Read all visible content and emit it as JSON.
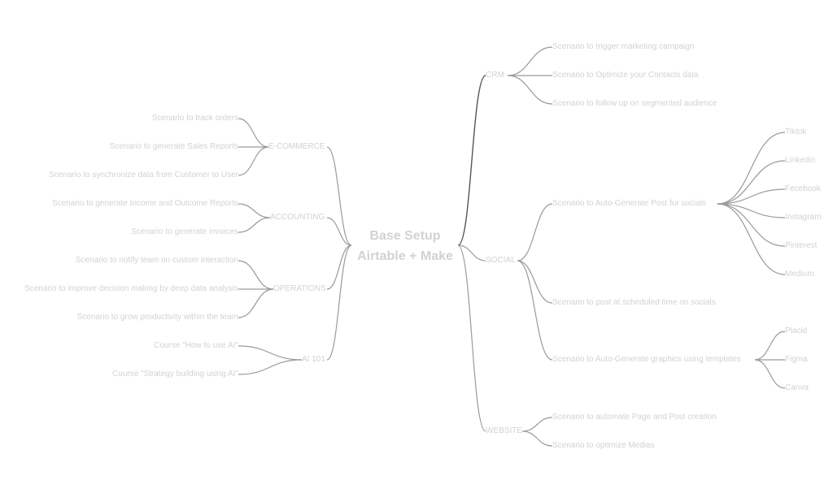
{
  "center": {
    "line1": "Base Setup",
    "line2": "Airtable + Make"
  },
  "left": {
    "ecommerce": {
      "label": "E-COMMERCE",
      "items": [
        "Scenario to track orders",
        "Scenario to generate Sales Reports",
        "Scenario to synchronize data from Customer to User"
      ]
    },
    "accounting": {
      "label": "ACCOUNTING",
      "items": [
        "Scenario to generate Income and Outcome Reports",
        "Scenario to generate invoices"
      ]
    },
    "operations": {
      "label": "OPERATIONS",
      "items": [
        "Scenario to notify team on custom interaction",
        "Scenario to improve decision making by deep data analysis",
        "Scenario to grow productivity within the team"
      ]
    },
    "ai101": {
      "label": "AI 101",
      "items": [
        "Course \"How to use AI\"",
        "Course \"Strategy building using AI\""
      ]
    }
  },
  "right": {
    "crm": {
      "label": "CRM",
      "items": [
        "Scenario to trigger marketing campaign",
        "Scenario to Optimize your Contacts data",
        "Scenario to follow up on segmented audience"
      ]
    },
    "social": {
      "label": "SOCIAL",
      "autopost": {
        "label": "Scenario to Auto-Generate Post for socials",
        "items": [
          "Tiktok",
          "Linkedin",
          "Fecebook",
          "Instagram",
          "Pinterest",
          "Medium"
        ]
      },
      "scheduled": "Scenario to post at scheduled time on socials",
      "graphics": {
        "label": "Scenario to Auto-Generate graphics using templates",
        "items": [
          "Placid",
          "Figma",
          "Canva"
        ]
      }
    },
    "website": {
      "label": "WEBSITE",
      "items": [
        "Scenario to automate Page and Post creation",
        "Scenario to optimize Medias"
      ]
    }
  }
}
